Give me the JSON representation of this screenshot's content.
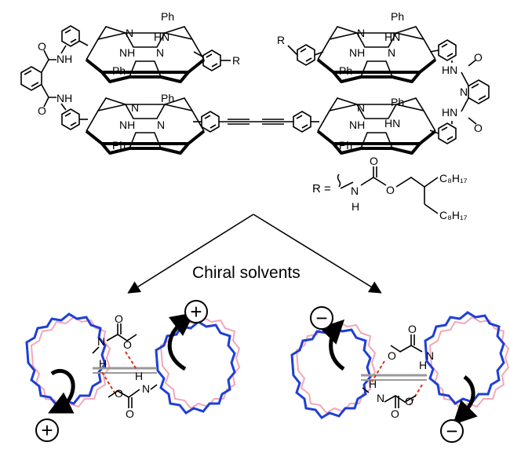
{
  "labels": {
    "ph": "Ph",
    "hn": "HN",
    "nh": "NH",
    "n": "N",
    "r": "R",
    "o": "O",
    "h": "H",
    "hn_amide": "HN",
    "nh_amide": "NH",
    "r_def_lhs": "R =",
    "c8h17": "C₈H₁₇",
    "chiral_solvents": "Chiral solvents",
    "plus": "+",
    "minus": "−"
  },
  "colors": {
    "ring_front": "#1f3fd6",
    "ring_back": "#f2a7b8",
    "hbond": "#d9301b",
    "stack": "#9a9a9a",
    "ink": "#000000"
  }
}
